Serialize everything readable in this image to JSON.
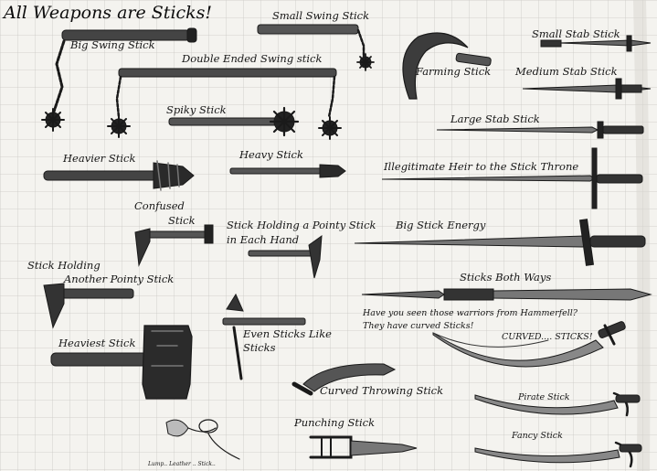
{
  "title": "All Weapons are Sticks!",
  "labels": {
    "big_swing": "Big Swing Stick",
    "small_swing": "Small Swing Stick",
    "double_swing": "Double Ended Swing stick",
    "farming": "Farming Stick",
    "small_stab": "Small Stab Stick",
    "medium_stab": "Medium Stab Stick",
    "spiky": "Spiky Stick",
    "large_stab": "Large Stab Stick",
    "heavier": "Heavier Stick",
    "heavy": "Heavy Stick",
    "heir": "Illegitimate Heir to the Stick Throne",
    "confused_1": "Confused",
    "confused_2": "Stick",
    "pointy_each_1": "Stick Holding a Pointy Stick",
    "pointy_each_2": "in Each Hand",
    "big_energy": "Big Stick Energy",
    "holding_1": "Stick Holding",
    "holding_2": "Another Pointy Stick",
    "both_ways": "Sticks Both Ways",
    "hammerfell_1": "Have you seen those warriors from Hammerfell?",
    "hammerfell_2": "They have curved Sticks!",
    "curved": "CURVED.... STICKS!",
    "heaviest": "Heaviest Stick",
    "even_1": "Even Sticks Like",
    "even_2": "Sticks",
    "throwing": "Curved Throwing Stick",
    "pirate": "Pirate Stick",
    "punching": "Punching Stick",
    "fancy": "Fancy Stick",
    "rock": "Lump.. Leather .. Stick.."
  }
}
